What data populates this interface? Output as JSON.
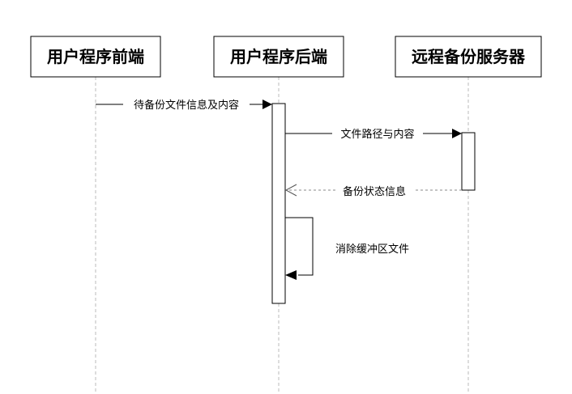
{
  "participants": [
    {
      "id": "frontend",
      "label": "用户程序前端"
    },
    {
      "id": "backend",
      "label": "用户程序后端"
    },
    {
      "id": "server",
      "label": "远程备份服务器"
    }
  ],
  "messages": [
    {
      "id": "m1",
      "from": "frontend",
      "to": "backend",
      "label": "待备份文件信息及内容",
      "style": "solid"
    },
    {
      "id": "m2",
      "from": "backend",
      "to": "server",
      "label": "文件路径与内容",
      "style": "solid"
    },
    {
      "id": "m3",
      "from": "server",
      "to": "backend",
      "label": "备份状态信息",
      "style": "dashed-return"
    },
    {
      "id": "m4",
      "from": "backend",
      "to": "backend",
      "label": "消除缓冲区文件",
      "style": "self"
    }
  ]
}
